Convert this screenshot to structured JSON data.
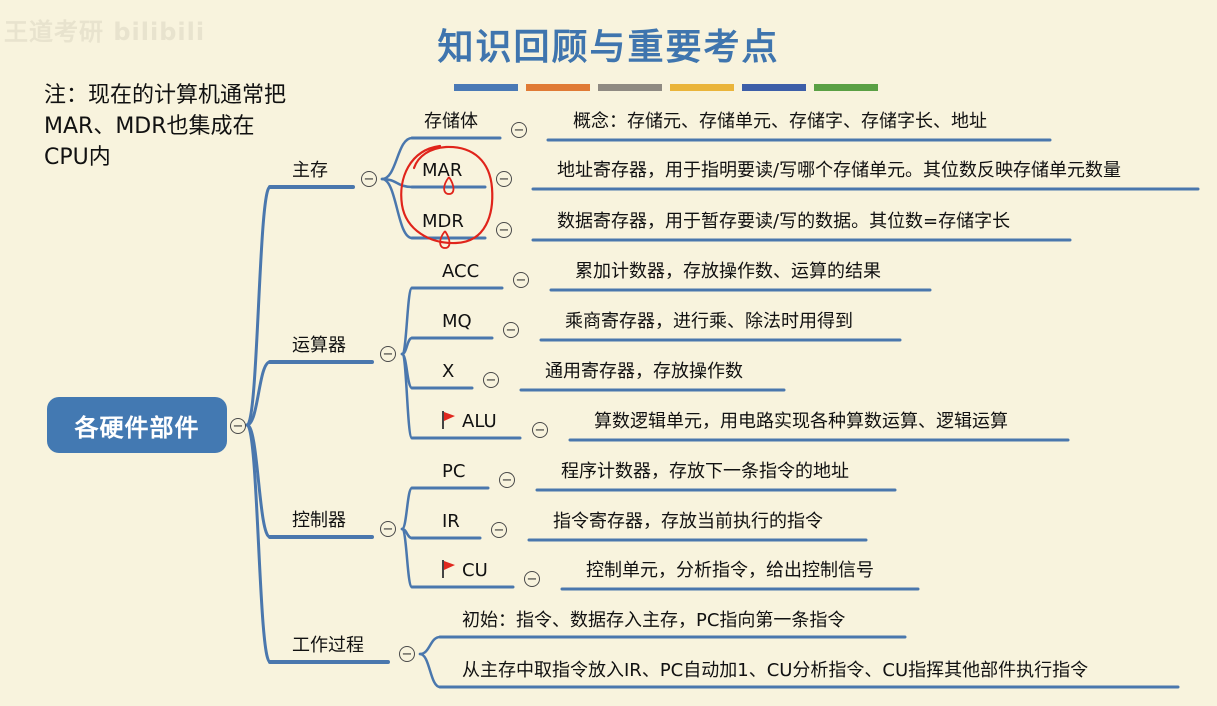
{
  "watermark": "王道考研 bilibili",
  "title": "知识回顾与重要考点",
  "stripe_colors": [
    "#4a79b5",
    "#e07a35",
    "#8f8a82",
    "#eab43a",
    "#3d5ea8",
    "#5aa044"
  ],
  "note": "注：现在的计算机通常把MAR、MDR也集成在CPU内",
  "root": {
    "label": "各硬件部件",
    "collapse": "−"
  },
  "branches": [
    {
      "label": "主存",
      "collapse": "−",
      "children": [
        {
          "label": "存储体",
          "collapse": "−",
          "desc": "概念：存储元、存储单元、存储字、存储字长、地址"
        },
        {
          "label": "MAR",
          "collapse": "−",
          "desc": "地址寄存器，用于指明要读/写哪个存储单元。其位数反映存储单元数量"
        },
        {
          "label": "MDR",
          "collapse": "−",
          "desc": "数据寄存器，用于暂存要读/写的数据。其位数=存储字长"
        }
      ]
    },
    {
      "label": "运算器",
      "collapse": "−",
      "children": [
        {
          "label": "ACC",
          "collapse": "−",
          "desc": "累加计数器，存放操作数、运算的结果"
        },
        {
          "label": "MQ",
          "collapse": "−",
          "desc": "乘商寄存器，进行乘、除法时用得到"
        },
        {
          "label": "X",
          "collapse": "−",
          "desc": "通用寄存器，存放操作数"
        },
        {
          "label": "ALU",
          "collapse": "−",
          "desc": "算数逻辑单元，用电路实现各种算数运算、逻辑运算",
          "flag": true
        }
      ]
    },
    {
      "label": "控制器",
      "collapse": "−",
      "children": [
        {
          "label": "PC",
          "collapse": "−",
          "desc": "程序计数器，存放下一条指令的地址"
        },
        {
          "label": "IR",
          "collapse": "−",
          "desc": "指令寄存器，存放当前执行的指令"
        },
        {
          "label": "CU",
          "collapse": "−",
          "desc": "控制单元，分析指令，给出控制信号",
          "flag": true
        }
      ]
    },
    {
      "label": "工作过程",
      "collapse": "−",
      "steps": [
        "初始：指令、数据存入主存，PC指向第一条指令",
        "从主存中取指令放入IR、PC自动加1、CU分析指令、CU指挥其他部件执行指令"
      ]
    }
  ],
  "colors": {
    "accent": "#3f75ae",
    "line": "#4a77ad",
    "node_bg": "#4379b2",
    "annotation": "#e0241b",
    "flag": "#e0281f"
  }
}
